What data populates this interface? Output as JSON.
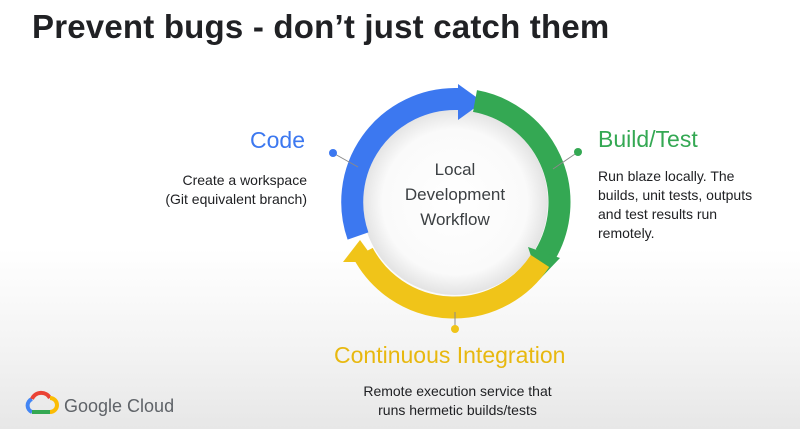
{
  "slide": {
    "title": "Prevent bugs - don’t just catch them"
  },
  "cycle": {
    "center_lines": [
      "Local",
      "Development",
      "Workflow"
    ],
    "stages": [
      {
        "label": "Code",
        "color": "#3c78f0",
        "description_lines": [
          "Create a workspace",
          "(Git equivalent branch)"
        ]
      },
      {
        "label": "Build/Test",
        "color": "#34a853",
        "description_lines": [
          "Run blaze locally. The",
          "builds, unit tests, outputs",
          "and test results run",
          "remotely."
        ]
      },
      {
        "label": "Continuous Integration",
        "color": "#f0c419",
        "description_lines": [
          "Remote execution service that",
          "runs hermetic builds/tests"
        ]
      }
    ]
  },
  "footer": {
    "brand": "Google Cloud"
  }
}
